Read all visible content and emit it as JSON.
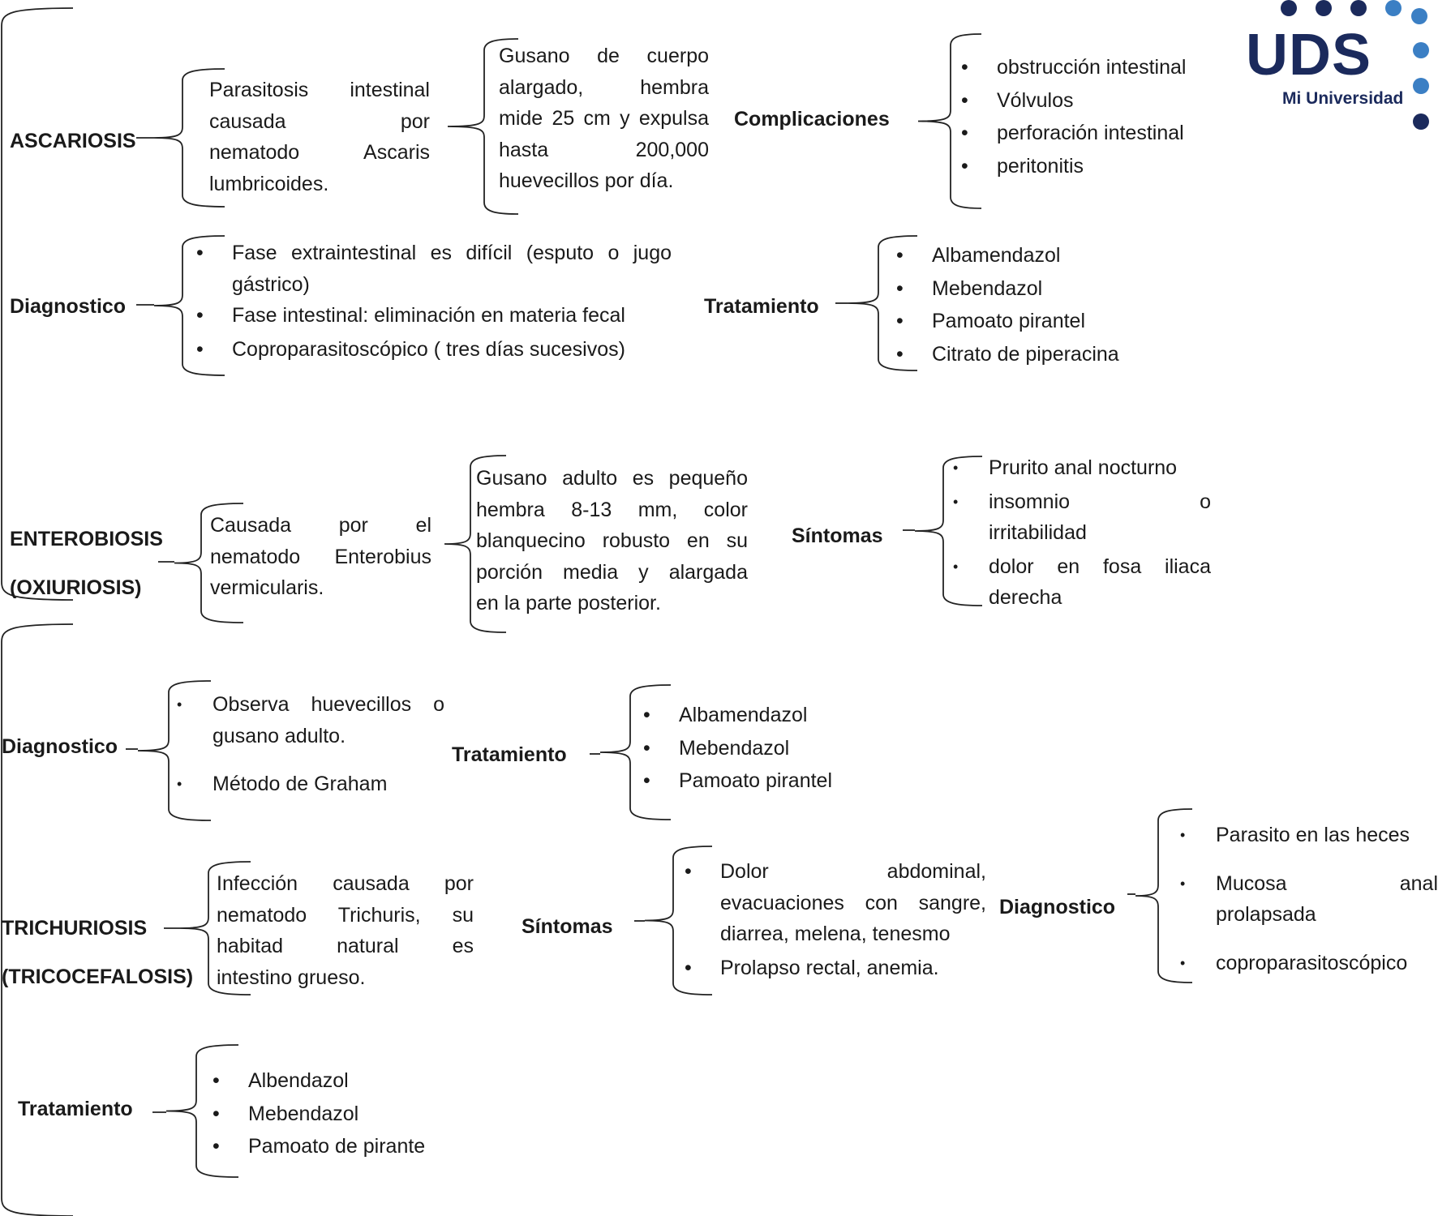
{
  "logo": {
    "text": "UDS",
    "subtitle": "Mi Universidad",
    "colors": {
      "navy": "#1b2a5c",
      "blue": "#3b7fc4"
    }
  },
  "ascariosis": {
    "title": "ASCARIOSIS",
    "definition": [
      "Parasitosis intestinal",
      "causada por",
      "nematodo Ascaris",
      "lumbricoides."
    ],
    "description": [
      "Gusano de cuerpo",
      "alargado, hembra",
      "mide 25 cm y expulsa",
      "hasta 200,000",
      "huevecillos por día."
    ],
    "complications_label": "Complicaciones",
    "complications": [
      "obstrucción intestinal",
      "Vólvulos",
      "perforación intestinal",
      "peritonitis"
    ],
    "diagnosis_label": "Diagnostico",
    "diagnosis": [
      [
        "Fase extraintestinal es difícil (esputo o jugo",
        "gástrico)"
      ],
      [
        "Fase intestinal: eliminación en materia fecal"
      ],
      [
        "Coproparasitoscópico ( tres días sucesivos)"
      ]
    ],
    "treatment_label": "Tratamiento",
    "treatment": [
      "Albamendazol",
      "Mebendazol",
      "Pamoato pirantel",
      "Citrato de piperacina"
    ]
  },
  "enterobiosis": {
    "title": "ENTEROBIOSIS",
    "title_alt": "(OXIURIOSIS)",
    "definition": [
      "Causada por el",
      "nematodo Enterobius",
      "vermicularis."
    ],
    "description": [
      "Gusano adulto es pequeño",
      "hembra 8-13 mm, color",
      "blanquecino robusto en su",
      "porción media y alargada",
      "en la parte posterior."
    ],
    "symptoms_label": "Síntomas",
    "symptoms": [
      [
        "Prurito anal nocturno"
      ],
      [
        "insomnio o",
        "irritabilidad"
      ],
      [
        "dolor en fosa iliaca",
        "derecha"
      ]
    ],
    "diagnosis_label": "Diagnostico",
    "diagnosis": [
      [
        "Observa huevecillos o",
        "gusano adulto."
      ],
      [
        "Método de Graham"
      ]
    ],
    "treatment_label": "Tratamiento",
    "treatment": [
      "Albamendazol",
      "Mebendazol",
      "Pamoato pirantel"
    ]
  },
  "trichuriosis": {
    "title": "TRICHURIOSIS",
    "title_alt": "(TRICOCEFALOSIS)",
    "definition": [
      "Infección causada por",
      "nematodo Trichuris, su",
      "habitad natural es",
      "intestino grueso."
    ],
    "symptoms_label": "Síntomas",
    "symptoms": [
      [
        "Dolor abdominal,",
        "evacuaciones con sangre,",
        "diarrea, melena, tenesmo"
      ],
      [
        "Prolapso rectal, anemia."
      ]
    ],
    "diagnosis_label": "Diagnostico",
    "diagnosis": [
      [
        "Parasito en las heces"
      ],
      [
        "Mucosa anal",
        "prolapsada"
      ],
      [
        "coproparasitoscópico"
      ]
    ],
    "treatment_label": "Tratamiento",
    "treatment": [
      "Albendazol",
      "Mebendazol",
      "Pamoato de pirante"
    ]
  }
}
